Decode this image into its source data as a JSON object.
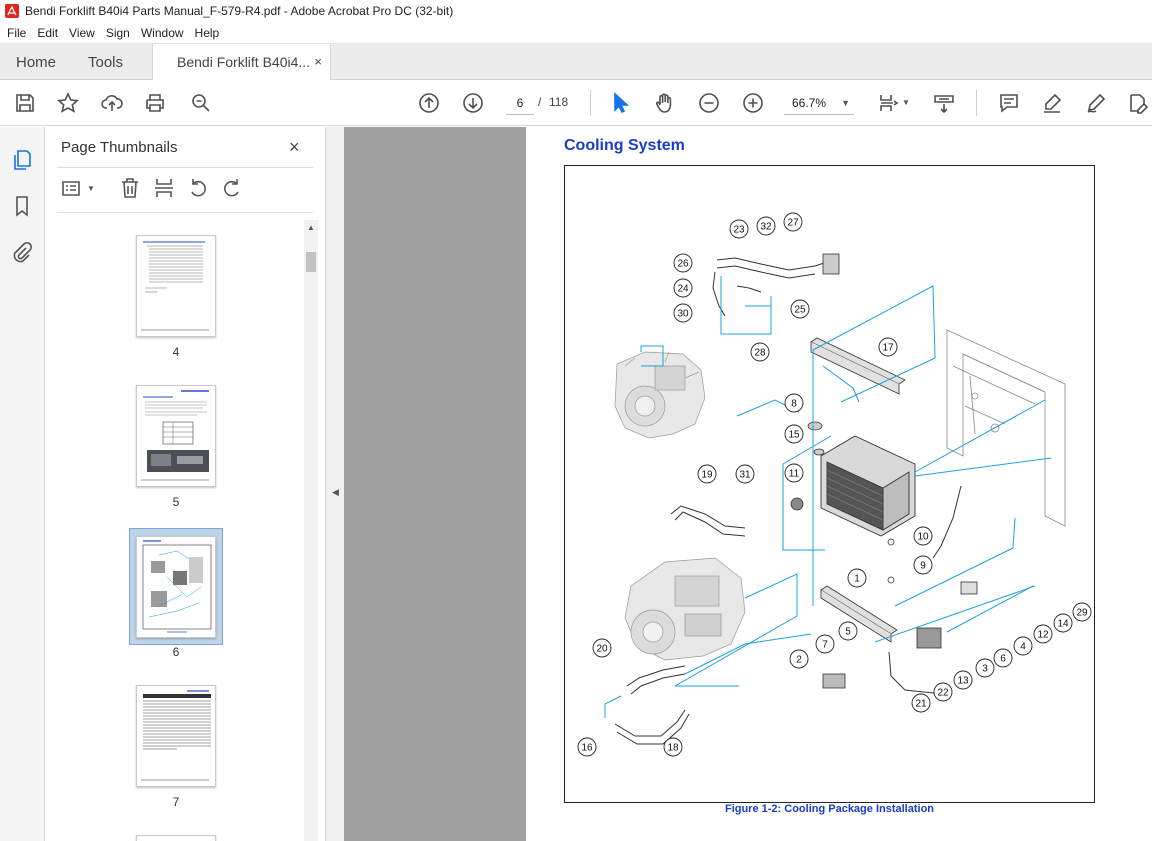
{
  "window": {
    "title": "Bendi Forklift B40i4 Parts Manual_F-579-R4.pdf - Adobe Acrobat Pro DC (32-bit)"
  },
  "menu": [
    "File",
    "Edit",
    "View",
    "Sign",
    "Window",
    "Help"
  ],
  "tabs": {
    "home": "Home",
    "tools": "Tools",
    "doc": "Bendi Forklift B40i4...",
    "doc_close": "×"
  },
  "toolbar": {
    "current_page": "6",
    "page_sep": "/",
    "total_pages": "118",
    "zoom": "66.7%",
    "icons": [
      "save-icon",
      "star-icon",
      "upload-icon",
      "print-icon",
      "zoom-search-icon",
      "page-up-icon",
      "page-down-icon",
      "select-cursor-icon",
      "hand-icon",
      "zoom-out-icon",
      "zoom-in-icon",
      "page-fit-icon",
      "scroll-mode-icon",
      "comment-icon",
      "highlight-icon",
      "sign-icon",
      "edit-pdf-icon"
    ]
  },
  "left_rail": {
    "icons": [
      "page-thumbnails-icon",
      "bookmark-icon",
      "attachment-icon"
    ]
  },
  "thumbnails": {
    "title": "Page Thumbnails",
    "close": "×",
    "pages": [
      {
        "label": "4"
      },
      {
        "label": "5"
      },
      {
        "label": "6",
        "selected": true
      },
      {
        "label": "7"
      }
    ]
  },
  "document": {
    "heading": "Cooling System",
    "figure_caption": "Figure 1-2:  Cooling Package Installation",
    "callouts": [
      "1",
      "2",
      "3",
      "4",
      "5",
      "6",
      "7",
      "8",
      "9",
      "10",
      "11",
      "12",
      "13",
      "14",
      "15",
      "16",
      "17",
      "18",
      "19",
      "20",
      "21",
      "22",
      "23",
      "24",
      "25",
      "26",
      "27",
      "28",
      "29",
      "30",
      "31",
      "32"
    ]
  },
  "colors": {
    "heading_blue": "#1a3cc8",
    "callout_line": "#1ea0e0",
    "selected_thumb": "#bcd3ea",
    "doc_bg": "#a0a0a0"
  }
}
